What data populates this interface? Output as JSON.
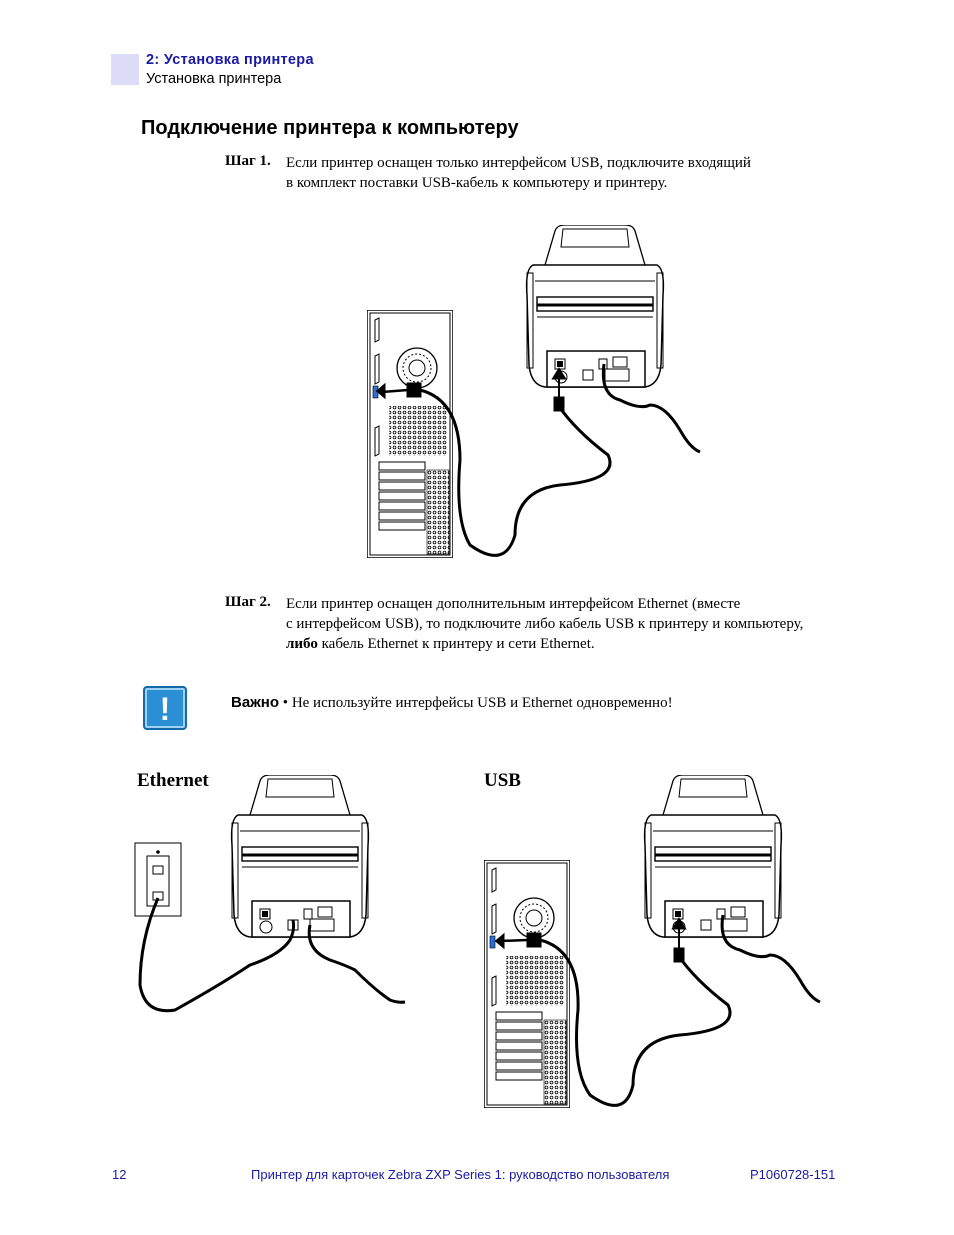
{
  "header": {
    "chapter": "2: Установка принтера",
    "section": "Установка принтера"
  },
  "title": "Подключение принтера к компьютеру",
  "steps": [
    {
      "label": "Шаг 1.",
      "lines": [
        "Если принтер оснащен только интерфейсом USB, подключите входящий",
        "в комплект поставки USB-кабель к компьютеру и принтеру."
      ]
    },
    {
      "label": "Шаг 2.",
      "lines": [
        "Если принтер оснащен дополнительным интерфейсом Ethernet (вместе",
        "с интерфейсом USB), то подключите либо кабель USB к принтеру и компьютеру,"
      ],
      "bold_word": "либо",
      "last_line_rest": " кабель Ethernet к принтеру и сети Ethernet."
    }
  ],
  "note": {
    "label": "Важно",
    "bullet": "•",
    "text": "Не используйте интерфейсы USB и Ethernet одновременно!",
    "icon": "!"
  },
  "figures": {
    "ethernet_label": "Ethernet",
    "usb_label": "USB"
  },
  "footer": {
    "page": "12",
    "title": "Принтер для карточек Zebra ZXP Series 1: руководство пользователя",
    "doc_id": "P1060728-151"
  },
  "colors": {
    "accent": "#1a1aa6",
    "tab": "#dcdcf8",
    "note_icon": "#2b8fd6"
  }
}
